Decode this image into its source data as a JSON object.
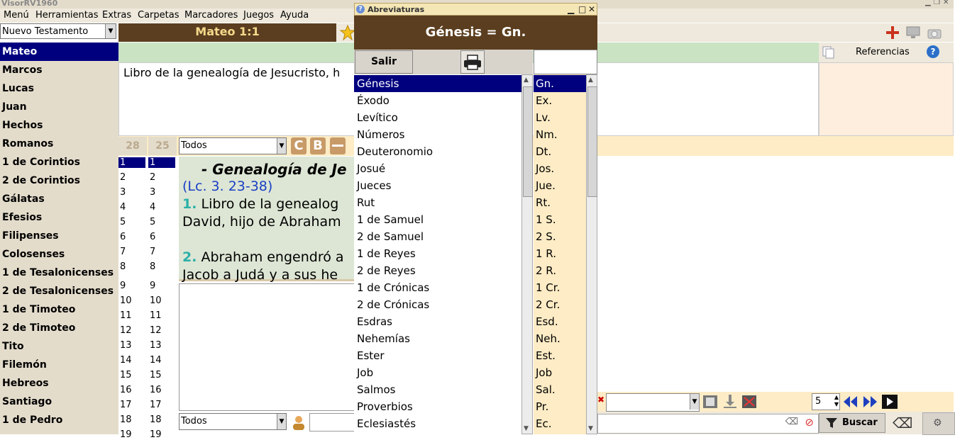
{
  "app": {
    "title": "VisorRV1960"
  },
  "menu": [
    "Menú",
    "Herramientas",
    "Extras",
    "Carpetas",
    "Marcadores",
    "Juegos",
    "Ayuda"
  ],
  "testament_select": "Nuevo Testamento",
  "reference": "Mateo 1:1",
  "books": [
    "Mateo",
    "Marcos",
    "Lucas",
    "Juan",
    "Hechos",
    "Romanos",
    "1 de Corintios",
    "2 de Corintios",
    "Gálatas",
    "Efesios",
    "Filipenses",
    "Colosenses",
    "1 de Tesalonicenses",
    "2 de Tesalonicenses",
    "1 de Timoteo",
    "2 de Timoteo",
    "Tito",
    "Filemón",
    "Hebreos",
    "Santiago",
    "1 de Pedro"
  ],
  "chapter_count": "28",
  "verse_count": "25",
  "filter_top": "Todos",
  "filter_bottom": "Todos",
  "tool_letters": {
    "c": "C",
    "b": "B"
  },
  "chapters": [
    "1",
    "2",
    "3",
    "4",
    "5",
    "6",
    "7",
    "8",
    "9",
    "10",
    "11",
    "12",
    "13",
    "14",
    "15",
    "16",
    "17",
    "18",
    "19"
  ],
  "note_text": "Libro de la genealogía de Jesucristo, h",
  "references_label": "Referencias",
  "bible_lines": {
    "heading": "- Genealogía de Je",
    "crossref": "(Lc. 3. 23-38)",
    "v1_num": "1.",
    "v1_text": " Libro de la genealog",
    "v1_cont": "David, hijo de Abraham",
    "v2_num": "2.",
    "v2_text": " Abraham engendró a",
    "v2_cont": "Jacob a Judá y a sus he"
  },
  "dialog": {
    "title": "Abreviaturas",
    "header": "Génesis = Gn.",
    "exit_label": "Salir",
    "book_names": [
      "Génesis",
      "Éxodo",
      "Levítico",
      "Números",
      "Deuteronomio",
      "Josué",
      "Jueces",
      "Rut",
      "1 de Samuel",
      "2 de Samuel",
      "1 de Reyes",
      "2 de Reyes",
      "1 de Crónicas",
      "2 de Crónicas",
      "Esdras",
      "Nehemías",
      "Ester",
      "Job",
      "Salmos",
      "Proverbios",
      "Eclesiastés"
    ],
    "abbreviations": [
      "Gn.",
      "Ex.",
      "Lv.",
      "Nm.",
      "Dt.",
      "Jos.",
      "Jue.",
      "Rt.",
      "1 S.",
      "2 S.",
      "1 R.",
      "2 R.",
      "1 Cr.",
      "2 Cr.",
      "Esd.",
      "Neh.",
      "Est.",
      "Job",
      "Sal.",
      "Pr.",
      "Ec."
    ]
  },
  "search": {
    "count": "5",
    "button": "Buscar"
  },
  "colors": {
    "brown": "#5b3e1f",
    "selection": "#00007f",
    "beige": "#e4dccb"
  }
}
